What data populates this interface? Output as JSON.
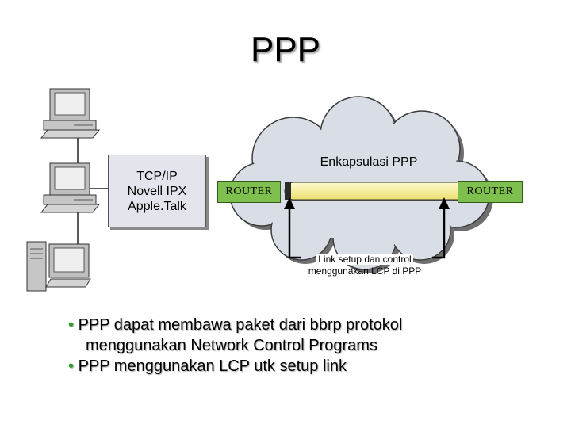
{
  "title": "PPP",
  "protocols": [
    "TCP/IP",
    "Novell IPX",
    "Apple.Talk"
  ],
  "cloud_label": "Enkapsulasi PPP",
  "routers": {
    "left": "ROUTER",
    "right": "ROUTER"
  },
  "link_note": [
    "Link setup dan control",
    "menggunakan LCP di PPP"
  ],
  "bullets": [
    {
      "line1": "PPP dapat membawa paket dari bbrp protokol",
      "line2": "menggunakan Network Control Programs"
    },
    {
      "line1": "PPP menggunakan LCP utk setup link"
    }
  ],
  "colors": {
    "router": "#7fbf4d",
    "tunnel": "#f6ee96",
    "cloud": "#d9dee6",
    "bullet_dot": "#2aa02a"
  },
  "icons": [
    "desktop-computer-icon",
    "desktop-computer-icon",
    "server-computer-icon"
  ]
}
